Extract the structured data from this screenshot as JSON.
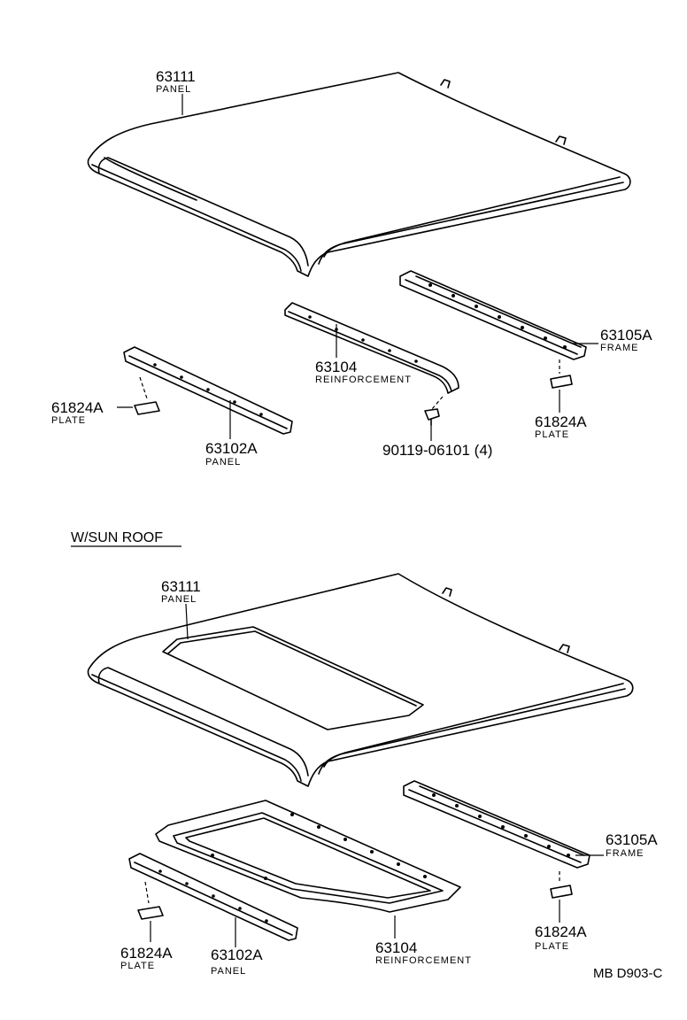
{
  "sections": {
    "standard": {
      "labels": {
        "roof_panel": {
          "number": "63111",
          "name": "PANEL"
        },
        "front_reinforcement": {
          "number": "63104",
          "name": "REINFORCEMENT"
        },
        "rear_frame": {
          "number": "63105A",
          "name": "FRAME"
        },
        "front_panel": {
          "number": "63102A",
          "name": "PANEL"
        },
        "left_plate": {
          "number": "61824A",
          "name": "PLATE"
        },
        "right_plate": {
          "number": "61824A",
          "name": "PLATE"
        },
        "screw": {
          "number": "90119-06101 (4)"
        }
      }
    },
    "sunroof": {
      "heading": "W/SUN ROOF",
      "labels": {
        "roof_panel": {
          "number": "63111",
          "name": "PANEL"
        },
        "reinforcement": {
          "number": "63104",
          "name": "REINFORCEMENT"
        },
        "rear_frame": {
          "number": "63105A",
          "name": "FRAME"
        },
        "front_panel": {
          "number": "63102A",
          "name": "PANEL"
        },
        "left_plate": {
          "number": "61824A",
          "name": "PLATE"
        },
        "right_plate": {
          "number": "61824A",
          "name": "PLATE"
        }
      }
    }
  },
  "diagram_code": "MB D903-C"
}
